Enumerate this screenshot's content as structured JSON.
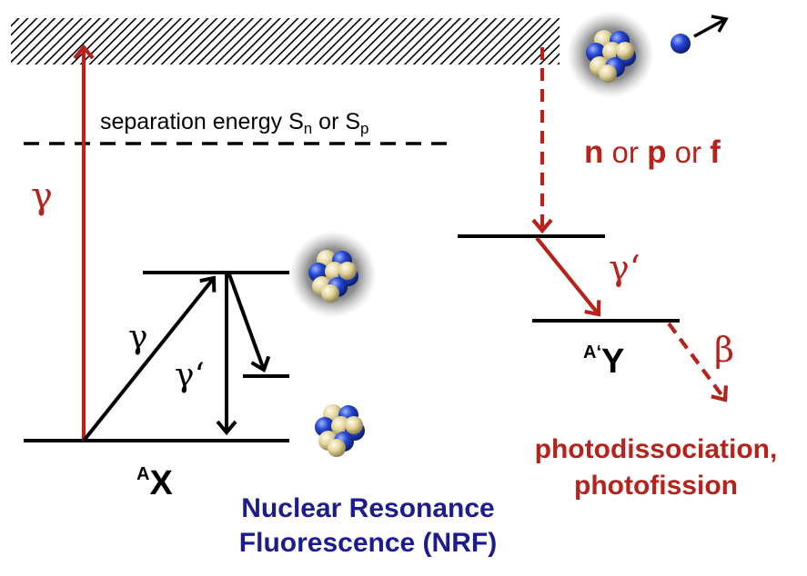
{
  "separation_label": {
    "text": "separation energy S",
    "sub_n": "n",
    "or_text": " or S",
    "sub_p": "p"
  },
  "symbols": {
    "gamma": "γ",
    "gamma_excitation": "γ",
    "gamma_prime_nrf": "γ‘",
    "gamma_prime_decay": "γ‘",
    "beta": "β"
  },
  "nuclei": {
    "ground": {
      "sup": "A",
      "symbol": "X"
    },
    "daughter": {
      "sup": "A‘",
      "symbol": "Y"
    }
  },
  "emission_label": {
    "n": "n",
    "or1": " or ",
    "p": "p",
    "or2": " or ",
    "f": "f"
  },
  "nrf_title": {
    "line1": "Nuclear Resonance",
    "line2": "Fluorescence (NRF)"
  },
  "photo_title": {
    "line1": "photodissociation,",
    "line2": "photofission"
  },
  "colors": {
    "red": "#b5231c",
    "navy": "#1c1c8f",
    "black": "#000000",
    "proton": "#e8dca8",
    "neutron": "#1f3fc0"
  },
  "icons": [
    "continuum-hatch",
    "nucleus-icon",
    "ejected-nucleon-icon"
  ]
}
